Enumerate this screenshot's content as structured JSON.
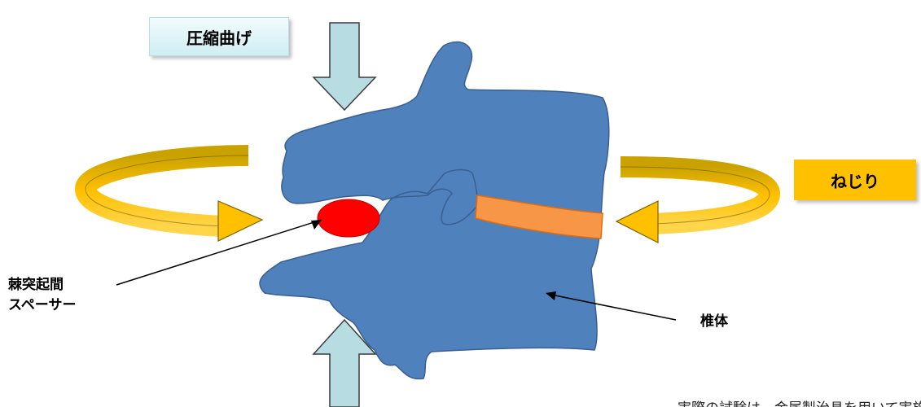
{
  "labels": {
    "compression": "圧縮曲げ",
    "twist": "ねじり",
    "spacer_line1": "棘突起間",
    "spacer_line2": "スペーサー",
    "vertebral_body": "椎体",
    "note": "実際の試験は、金属製治具を用いて実施いたし"
  },
  "icons": {
    "top_arrow": "down-arrow-icon",
    "bottom_arrow": "up-arrow-icon",
    "left_rotation": "rotation-arrow-icon",
    "right_rotation": "rotation-arrow-icon"
  },
  "colors": {
    "vertebra": "#4f81bd",
    "vertebra_outline": "#3a5f8f",
    "disc": "#f79646",
    "spacer": "#ff0000",
    "rotation_arrow": "#ffc000",
    "rotation_arrow_dark": "#c49a00",
    "axial_arrow": "#b7dde3",
    "compression_label_bg": "#dff4f7",
    "twist_label_bg": "#ffc000"
  }
}
